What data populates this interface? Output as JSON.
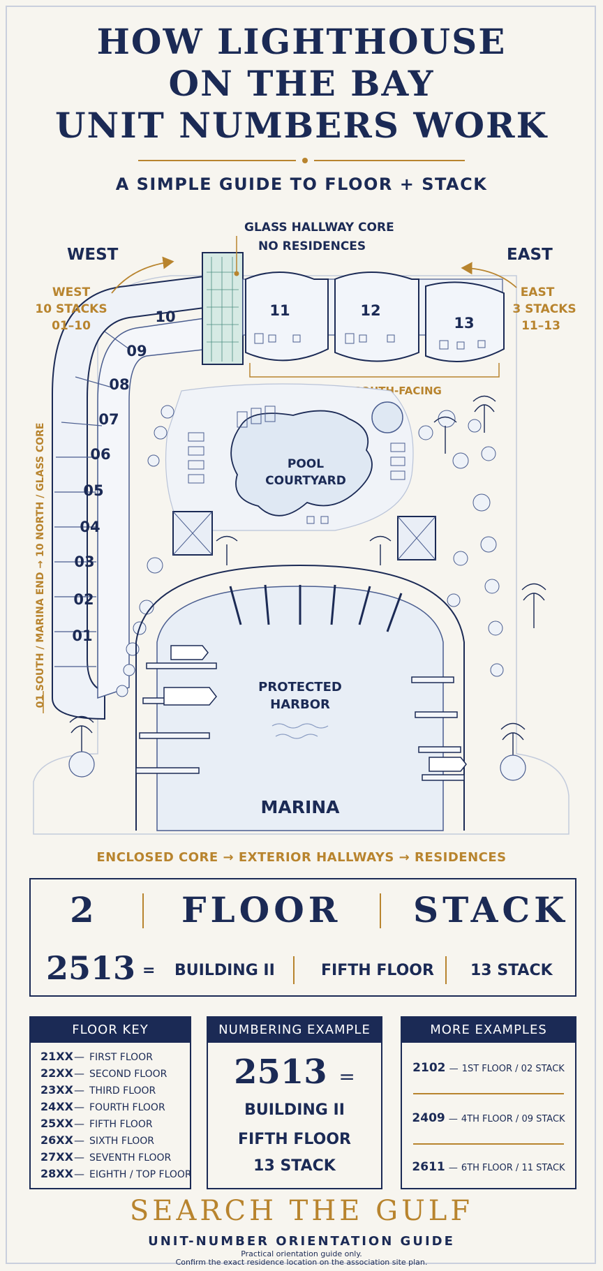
{
  "header": {
    "title_lines": [
      "HOW LIGHTHOUSE",
      "ON THE BAY",
      "UNIT NUMBERS WORK"
    ],
    "subtitle": "A SIMPLE GUIDE TO FLOOR + STACK"
  },
  "site_plan": {
    "west_label": "WEST",
    "east_label": "EAST",
    "west_note": [
      "WEST",
      "10 STACKS",
      "01–10"
    ],
    "east_note": [
      "EAST",
      "3 STACKS",
      "11–13"
    ],
    "core_note": [
      "GLASS HALLWAY CORE",
      "NO RESIDENCES"
    ],
    "west_stacks": [
      "01",
      "02",
      "03",
      "04",
      "05",
      "06",
      "07",
      "08",
      "09",
      "10"
    ],
    "east_stacks": [
      "11",
      "12",
      "13"
    ],
    "south_facing_note": "STACKS 11–13 • SOUTH-FACING",
    "vertical_note": "01 SOUTH / MARINA END → 10 NORTH / GLASS CORE",
    "pool_label": [
      "POOL",
      "COURTYARD"
    ],
    "harbor_label": [
      "PROTECTED",
      "HARBOR"
    ],
    "marina_label": "MARINA",
    "colors": {
      "navy": "#1b2a55",
      "gold": "#b8842e",
      "water": "#dfe8f3",
      "line": "#4a5d8f"
    }
  },
  "flow_note": {
    "parts": [
      "ENCLOSED CORE",
      "EXTERIOR HALLWAYS",
      "RESIDENCES"
    ],
    "arrow": "→"
  },
  "decoder": {
    "top_digit": "2",
    "top_floor": "FLOOR",
    "top_stack": "STACK",
    "example_number": "2513",
    "equals": "=",
    "building": "BUILDING II",
    "floor": "FIFTH FLOOR",
    "stack": "13 STACK"
  },
  "floor_key": {
    "heading": "FLOOR KEY",
    "rows": [
      {
        "code": "21XX",
        "dash": "—",
        "text": "FIRST FLOOR"
      },
      {
        "code": "22XX",
        "dash": "—",
        "text": "SECOND FLOOR"
      },
      {
        "code": "23XX",
        "dash": "—",
        "text": "THIRD FLOOR"
      },
      {
        "code": "24XX",
        "dash": "—",
        "text": "FOURTH FLOOR"
      },
      {
        "code": "25XX",
        "dash": "—",
        "text": "FIFTH FLOOR"
      },
      {
        "code": "26XX",
        "dash": "—",
        "text": "SIXTH FLOOR"
      },
      {
        "code": "27XX",
        "dash": "—",
        "text": "SEVENTH FLOOR"
      },
      {
        "code": "28XX",
        "dash": "—",
        "text": "EIGHTH / TOP FLOOR"
      }
    ]
  },
  "numbering_example": {
    "heading": "NUMBERING EXAMPLE",
    "number": "2513",
    "equals": "=",
    "lines": [
      "BUILDING II",
      "FIFTH FLOOR",
      "13 STACK"
    ]
  },
  "more_examples": {
    "heading": "MORE EXAMPLES",
    "rows": [
      {
        "code": "2102",
        "dash": "—",
        "text": "1ST FLOOR / 02 STACK"
      },
      {
        "code": "2409",
        "dash": "—",
        "text": "4TH FLOOR / 09 STACK"
      },
      {
        "code": "2611",
        "dash": "—",
        "text": "6TH FLOOR / 11 STACK"
      }
    ]
  },
  "footer": {
    "brand": "SEARCH THE GULF",
    "subtitle": "UNIT-NUMBER ORIENTATION GUIDE",
    "disclaimer_1": "Practical orientation guide only.",
    "disclaimer_2": "Confirm the exact residence location on the association site plan."
  }
}
